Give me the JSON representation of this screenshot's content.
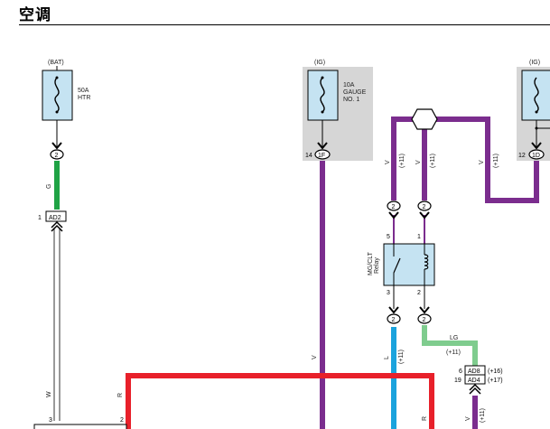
{
  "page": {
    "title": "空调"
  },
  "diagram": {
    "sources": [
      {
        "label": "(BAT)",
        "fuse_line1": "50A",
        "fuse_line2": "HTR",
        "fuse_line3": ""
      },
      {
        "label": "(IG)",
        "fuse_line1": "10A",
        "fuse_line2": "GAUGE",
        "fuse_line3": "NO. 1"
      },
      {
        "label": "(IG)"
      }
    ],
    "pins": {
      "bat_fuse_out": "2",
      "ad2_pin": "1",
      "ad2_name": "AD2",
      "gauge_pin_no": "14",
      "gauge_pin": "1F",
      "ig2_pin_no": "12",
      "ig2_pin": "1D",
      "relay_in_left": "2",
      "relay_in_right": "2",
      "relay_pin5": "5",
      "relay_pin1": "1",
      "relay_pin3": "3",
      "relay_pin2": "2",
      "relay_out_left": "2",
      "relay_out_right": "2",
      "ad8_pin": "6",
      "ad8_name": "AD8",
      "ad8_note": "(+16)",
      "ad4_pin": "19",
      "ad4_name": "AD4",
      "ad4_note": "(+17)",
      "bottom_pin3": "3",
      "bottom_pin2": "2"
    },
    "relay": {
      "line1": "MG/CLT",
      "line2": "Relay"
    },
    "wires": {
      "g": "G",
      "w": "W",
      "v_gauge": "V",
      "v_junction_left": "V",
      "v_junction_mid": "V",
      "v_junction_right": "V",
      "note_left": "(+11)",
      "note_mid": "(+11)",
      "note_right": "(+11)",
      "lg": "LG",
      "lg_note": "(+11)",
      "l": "L",
      "l_note": "(+11)",
      "r_left": "R",
      "r_right": "R",
      "v_bottom": "V",
      "v_bottom_note": "(+11)"
    },
    "colors": {
      "violet": "#7B2D8E",
      "green": "#1FA345",
      "red": "#E8202A",
      "blue": "#1BA3DD",
      "light_green": "#7FCC8E",
      "fuse_fill": "#C5E3F2",
      "grey_box": "#D6D6D6"
    }
  }
}
